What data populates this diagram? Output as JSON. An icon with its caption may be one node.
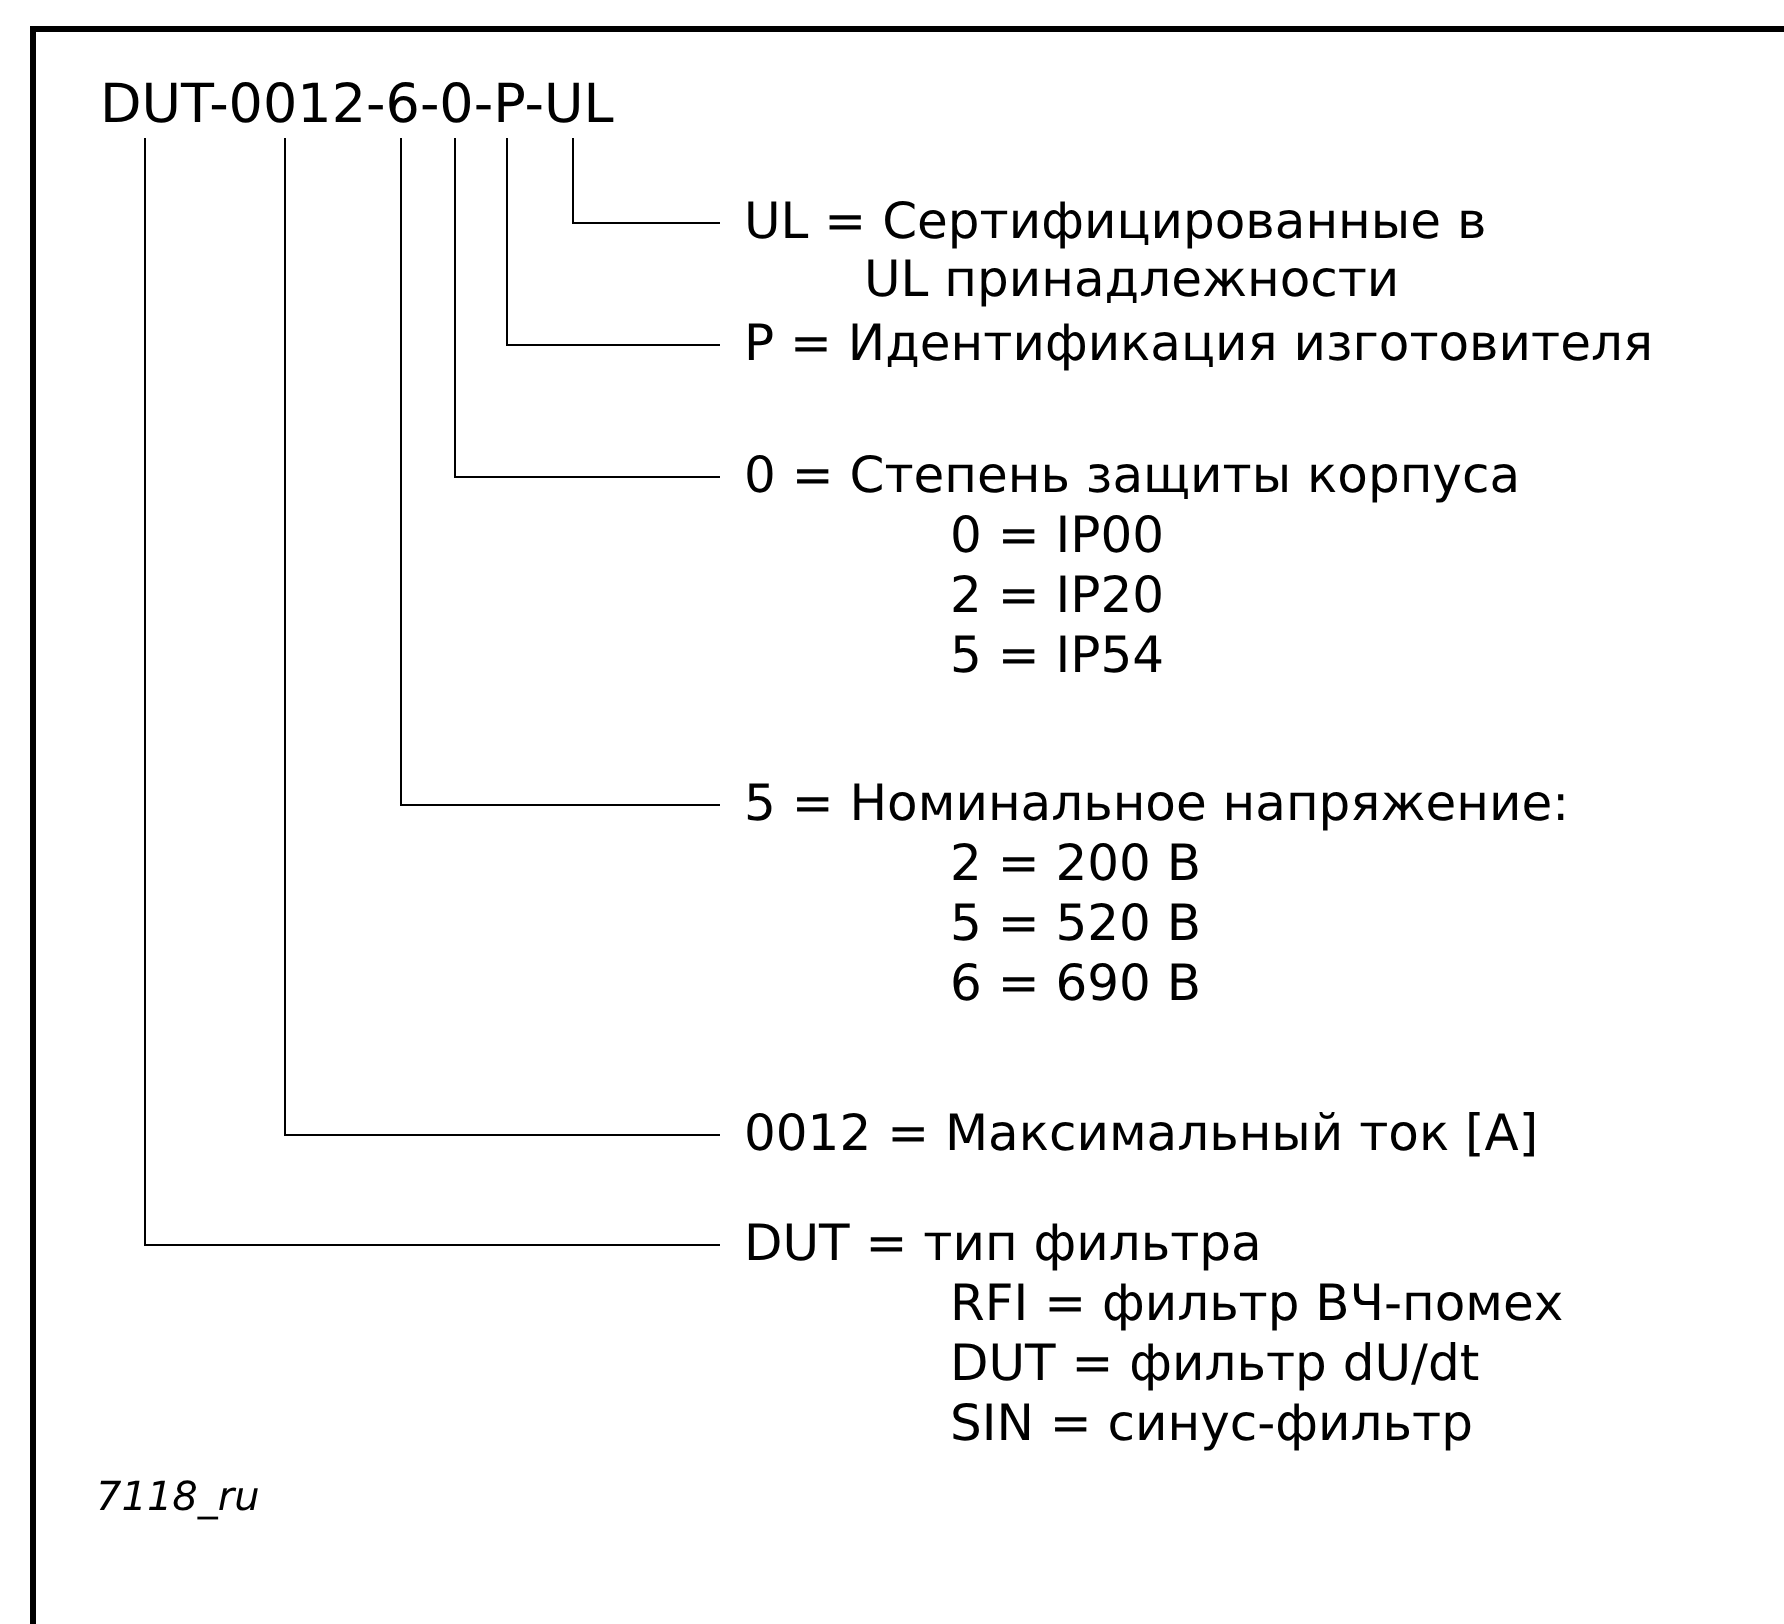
{
  "diagram": {
    "nodes": [
      {
        "text": [
          "DUT-0012-6-0-P-UL"
        ]
      },
      {
        "text": [
          "UL = Сертифицированные в UL принадлежности"
        ]
      },
      {
        "text": [
          "P = Идентификация изготовителя"
        ]
      },
      {
        "text": [
          "0 = Степень защиты корпуса",
          "0 = IP00",
          "2 = IP20",
          "5 = IP54"
        ]
      },
      {
        "text": [
          "5 = Номинальное напряжение:",
          "2 = 200 В",
          "5 = 520 В",
          "6 = 690 В"
        ]
      },
      {
        "text": [
          "0012 = Максимальный ток [A]"
        ]
      },
      {
        "text": [
          "DUT = тип фильтра",
          "RFI = фильтр ВЧ-помех",
          "DUT = фильтр dU/dt",
          "SIN = синус-фильтр"
        ]
      }
    ],
    "edges": [
      {
        "from": 0,
        "to": 1,
        "arrow": "none"
      },
      {
        "from": 0,
        "to": 2,
        "arrow": "none"
      },
      {
        "from": 0,
        "to": 3,
        "arrow": "none"
      },
      {
        "from": 0,
        "to": 4,
        "arrow": "none"
      },
      {
        "from": 0,
        "to": 5,
        "arrow": "none"
      },
      {
        "from": 0,
        "to": 6,
        "arrow": "none"
      }
    ],
    "labels": [
      "7118_ru"
    ]
  }
}
